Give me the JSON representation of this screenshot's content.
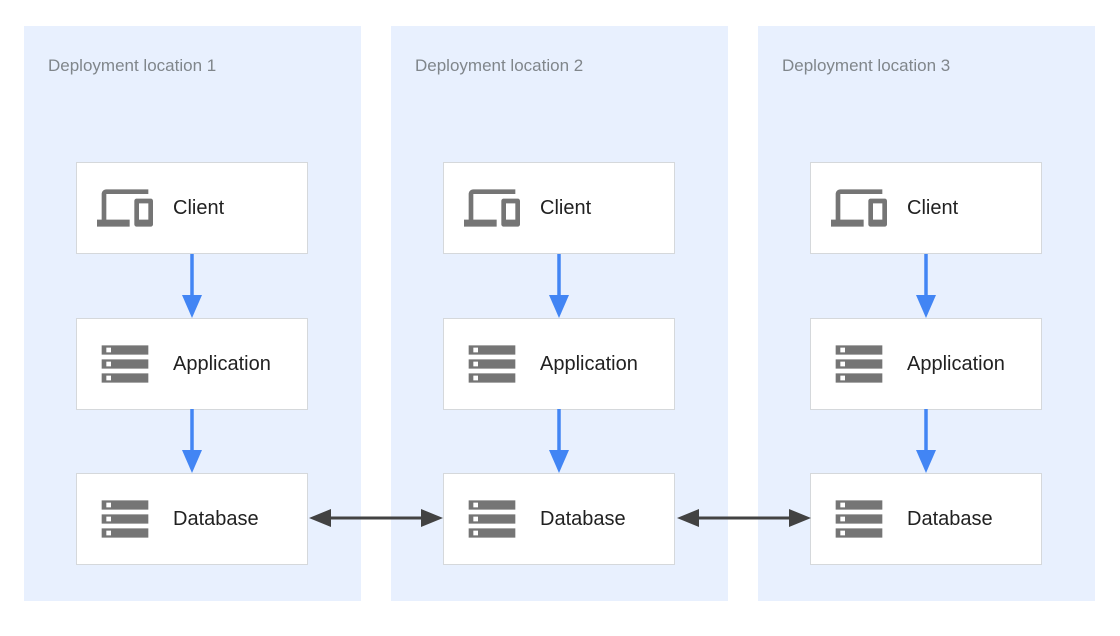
{
  "diagram": {
    "panels": [
      {
        "title": "Deployment location 1",
        "nodes": [
          {
            "label": "Client",
            "icon": "devices-icon"
          },
          {
            "label": "Application",
            "icon": "server-stack-icon"
          },
          {
            "label": "Database",
            "icon": "server-stack-icon"
          }
        ]
      },
      {
        "title": "Deployment location 2",
        "nodes": [
          {
            "label": "Client",
            "icon": "devices-icon"
          },
          {
            "label": "Application",
            "icon": "server-stack-icon"
          },
          {
            "label": "Database",
            "icon": "server-stack-icon"
          }
        ]
      },
      {
        "title": "Deployment location 3",
        "nodes": [
          {
            "label": "Client",
            "icon": "devices-icon"
          },
          {
            "label": "Application",
            "icon": "server-stack-icon"
          },
          {
            "label": "Database",
            "icon": "server-stack-icon"
          }
        ]
      }
    ],
    "connections": {
      "vertical_flow": "Client to Application to Database",
      "horizontal_sync": "Database to Database bidirectional"
    },
    "colors": {
      "panel_bg": "#e8f0fe",
      "node_bg": "#ffffff",
      "node_border": "#d5d8db",
      "title_text": "#80868b",
      "label_text": "#212121",
      "icon_gray": "#757575",
      "flow_arrow_blue": "#4285f4",
      "sync_arrow_dark": "#424242"
    }
  }
}
